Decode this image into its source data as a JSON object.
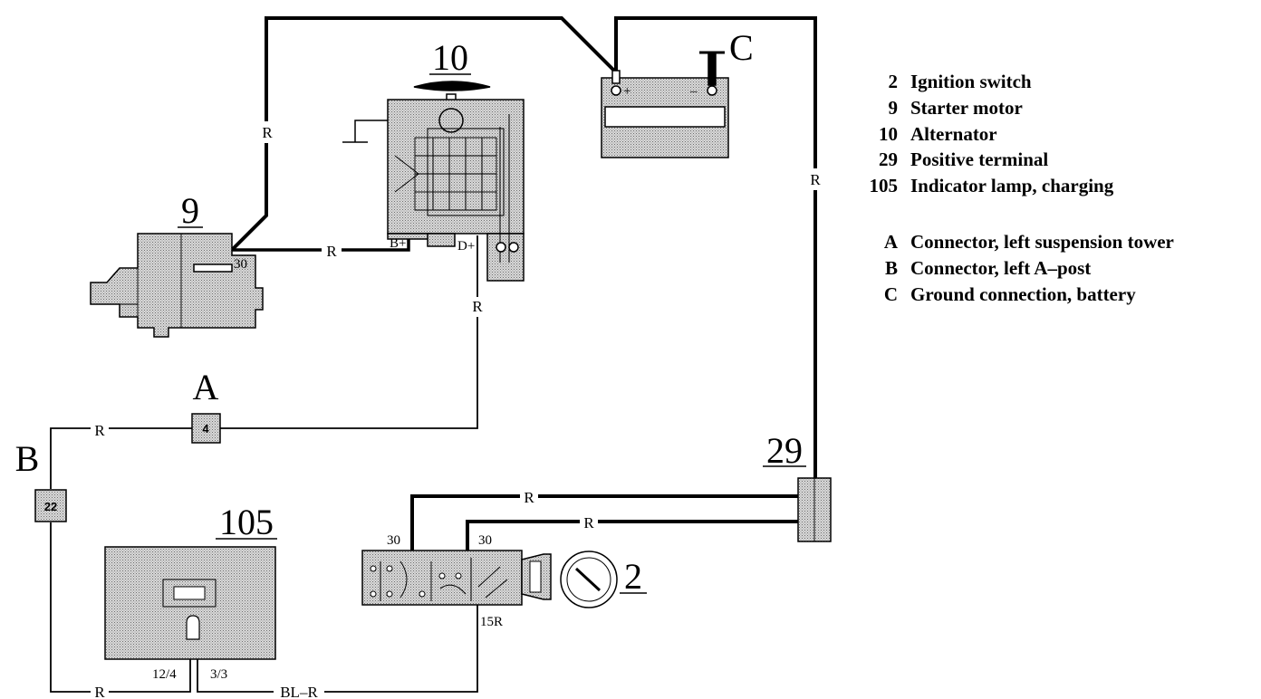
{
  "components": {
    "starter_motor": {
      "id": "9",
      "terminal": "30"
    },
    "alternator": {
      "id": "10",
      "terminals": {
        "b_plus": "B+",
        "d_plus": "D+"
      }
    },
    "battery": {
      "id": "C",
      "positive": "+",
      "negative": "–"
    },
    "positive_terminal": {
      "id": "29"
    },
    "indicator_lamp": {
      "id": "105",
      "pins": {
        "left": "12/4",
        "right": "3/3"
      }
    },
    "ignition_switch": {
      "id": "2",
      "terminals": {
        "in_left": "30",
        "in_right": "30",
        "out": "15R"
      }
    },
    "connector_a": {
      "id": "A",
      "pin": "4"
    },
    "connector_b": {
      "id": "B",
      "pin": "22"
    }
  },
  "wires": {
    "starter_to_battery": "R",
    "battery_to_terminal29": "R",
    "starter_to_alternator": "R",
    "alternator_d_to_a": "R",
    "a_to_b": "R",
    "b_to_lamp": "R",
    "lamp_to_switch": "BL–R",
    "terminal29_to_switch_upper": "R",
    "terminal29_to_switch_lower": "R"
  },
  "legend": [
    {
      "key": "2",
      "label": "Ignition switch"
    },
    {
      "key": "9",
      "label": "Starter motor"
    },
    {
      "key": "10",
      "label": "Alternator"
    },
    {
      "key": "29",
      "label": "Positive terminal"
    },
    {
      "key": "105",
      "label": "Indicator lamp, charging"
    },
    {
      "key": "A",
      "label": "Connector, left suspension tower"
    },
    {
      "key": "B",
      "label": "Connector, left A–post"
    },
    {
      "key": "C",
      "label": "Ground connection, battery"
    }
  ],
  "colors": {
    "ink": "#000000",
    "component_fill": "#c8c8c8",
    "background": "#ffffff"
  }
}
